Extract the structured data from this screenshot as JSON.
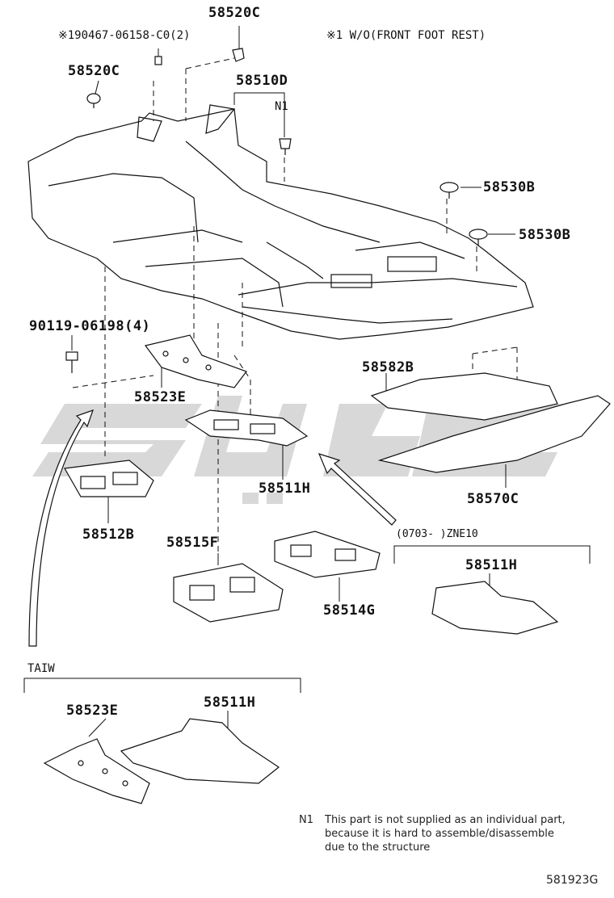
{
  "labels": {
    "p58520c_top": "58520C",
    "part_19046706158": "※190467-06158-C0(2)",
    "note_1": "※1 W/O(FRONT FOOT REST)",
    "p58520c_left": "58520C",
    "p58510d": "58510D",
    "n1": "N1",
    "p58530b_1": "58530B",
    "p58530b_2": "58530B",
    "part_9011906198": "90119-06198(4)",
    "p58523e": "58523E",
    "p58582b": "58582B",
    "p58511h_mid": "58511H",
    "p58570c": "58570C",
    "p58512b": "58512B",
    "range": "(0703-      )ZNE10",
    "p58511h_right": "58511H",
    "p58515f": "58515F",
    "p58514g": "58514G",
    "taiw": "TAIW",
    "p58523e_bottom": "58523E",
    "p58511h_bottom": "58511H"
  },
  "footnote": {
    "marker": "N1",
    "line1": "This part is not supplied as an individual part,",
    "line2": "because it is hard to assemble/disassemble",
    "line3": "due to the structure"
  },
  "diagram_id": "581923G",
  "colors": {
    "line": "#111111",
    "watermark": "#d4d4d4"
  }
}
